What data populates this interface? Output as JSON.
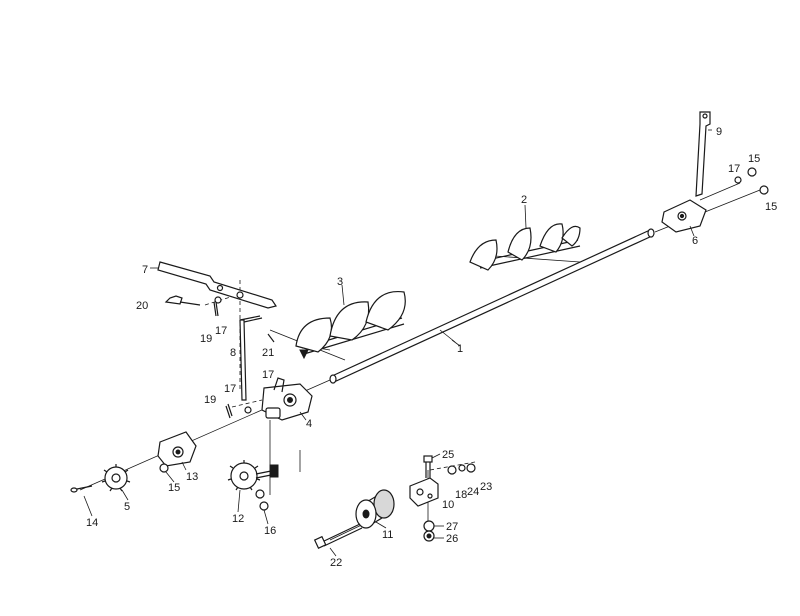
{
  "labels": {
    "l1": "1",
    "l2": "2",
    "l3": "3",
    "l4": "4",
    "l5": "5",
    "l6": "6",
    "l7": "7",
    "l8": "8",
    "l9": "9",
    "l10": "10",
    "l11": "11",
    "l12": "12",
    "l13": "13",
    "l14": "14",
    "l15a": "15",
    "l15b": "15",
    "l15c": "15",
    "l16": "16",
    "l17a": "17",
    "l17b": "17",
    "l17c": "17",
    "l17d": "17",
    "l18": "18",
    "l19a": "19",
    "l19b": "19",
    "l20": "20",
    "l21": "21",
    "l22": "22",
    "l23": "23",
    "l24": "24",
    "l25": "25",
    "l26": "26",
    "l27": "27"
  },
  "colors": {
    "ink": "#1a1a1a",
    "paper": "#ffffff"
  }
}
